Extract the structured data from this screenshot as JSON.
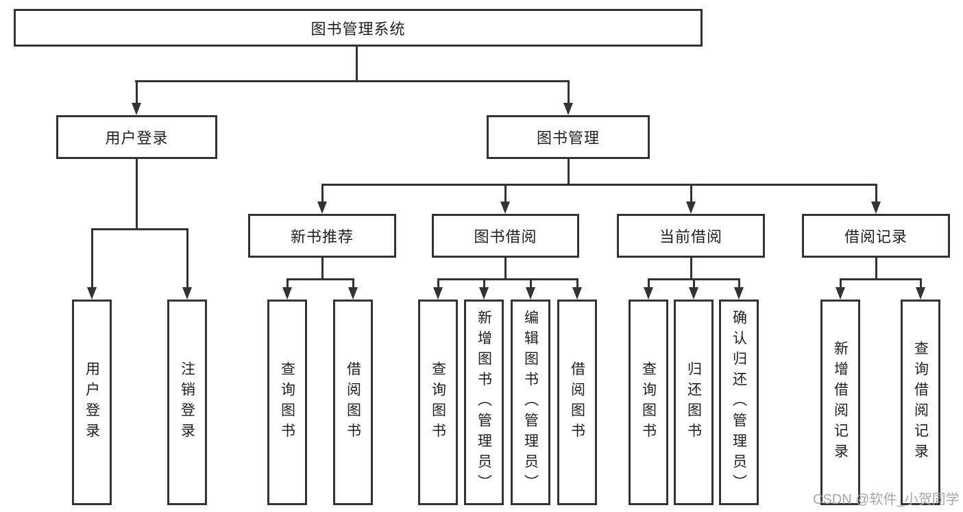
{
  "diagram": {
    "title": "图书管理系统",
    "nodes": {
      "root": "图书管理系统",
      "user_login": "用户登录",
      "book_management": "图书管理",
      "new_book_recommend": "新书推荐",
      "book_borrowing": "图书借阅",
      "current_borrowing": "当前借阅",
      "borrowing_records": "借阅记录",
      "leaf_user_login": "用户登录",
      "leaf_logout": "注销登录",
      "leaf_nb_query_books": "查询图书",
      "leaf_nb_borrow_books": "借阅图书",
      "leaf_bb_query_books": "查询图书",
      "leaf_bb_add_books": "新增图书（管理员）",
      "leaf_bb_edit_books": "编辑图书（管理员）",
      "leaf_bb_borrow_books": "借阅图书",
      "leaf_cb_query_books": "查询图书",
      "leaf_cb_return_books": "归还图书",
      "leaf_cb_confirm_return": "确认归还（管理员）",
      "leaf_br_add_record": "新增借阅记录",
      "leaf_br_query_record": "查询借阅记录"
    },
    "watermark": "CSDN @软件_小贺同学",
    "colors": {
      "line": "#333333",
      "text": "#1f1f1f",
      "watermark": "#a6a6a6",
      "background": "#ffffff"
    }
  }
}
